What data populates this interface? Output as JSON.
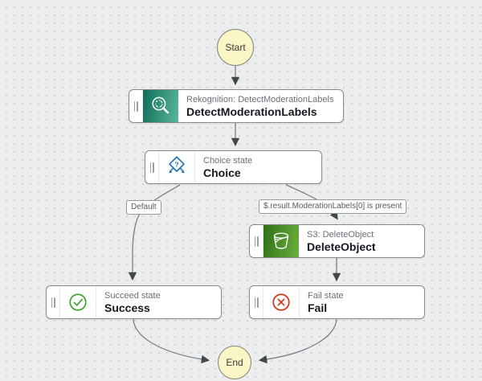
{
  "canvas": {
    "description": "Step Functions state machine graph"
  },
  "terminals": {
    "start": {
      "label": "Start"
    },
    "end": {
      "label": "End"
    }
  },
  "nodes": [
    {
      "id": "detect-moderation-labels",
      "icon": "rekognition-icon",
      "subtitle": "Rekognition: DetectModerationLabels",
      "title": "DetectModerationLabels"
    },
    {
      "id": "choice",
      "icon": "choice-icon",
      "subtitle": "Choice state",
      "title": "Choice"
    },
    {
      "id": "delete-object",
      "icon": "s3-icon",
      "subtitle": "S3: DeleteObject",
      "title": "DeleteObject"
    },
    {
      "id": "success",
      "icon": "succeed-icon",
      "subtitle": "Succeed state",
      "title": "Success"
    },
    {
      "id": "fail",
      "icon": "fail-icon",
      "subtitle": "Fail state",
      "title": "Fail"
    }
  ],
  "edge_labels": [
    {
      "text": "Default"
    },
    {
      "text": "$.result.ModerationLabels[0] is present"
    }
  ],
  "edges": [
    {
      "from": "Start",
      "to": "DetectModerationLabels"
    },
    {
      "from": "DetectModerationLabels",
      "to": "Choice"
    },
    {
      "from": "Choice",
      "to": "Success",
      "rule": "Default"
    },
    {
      "from": "Choice",
      "to": "DeleteObject",
      "rule": "$.result.ModerationLabels[0] is present"
    },
    {
      "from": "DeleteObject",
      "to": "Fail"
    },
    {
      "from": "Success",
      "to": "End"
    },
    {
      "from": "Fail",
      "to": "End"
    }
  ],
  "colors": {
    "canvas_bg": "#ECEDEE",
    "dot_color": "#CFD1D3",
    "edge_line": "#7B8187",
    "arrowhead": "#42474A",
    "terminal_fill": "#FAF6C5",
    "rek_grad_dark": "#0E6E58",
    "rek_grad_light": "#5BB79A",
    "s3_grad_dark": "#2E7117",
    "s3_grad_light": "#6CAE3E",
    "choice_blue": "#2173B8",
    "succeed_green": "#3BA42D",
    "fail_red": "#D13212"
  }
}
